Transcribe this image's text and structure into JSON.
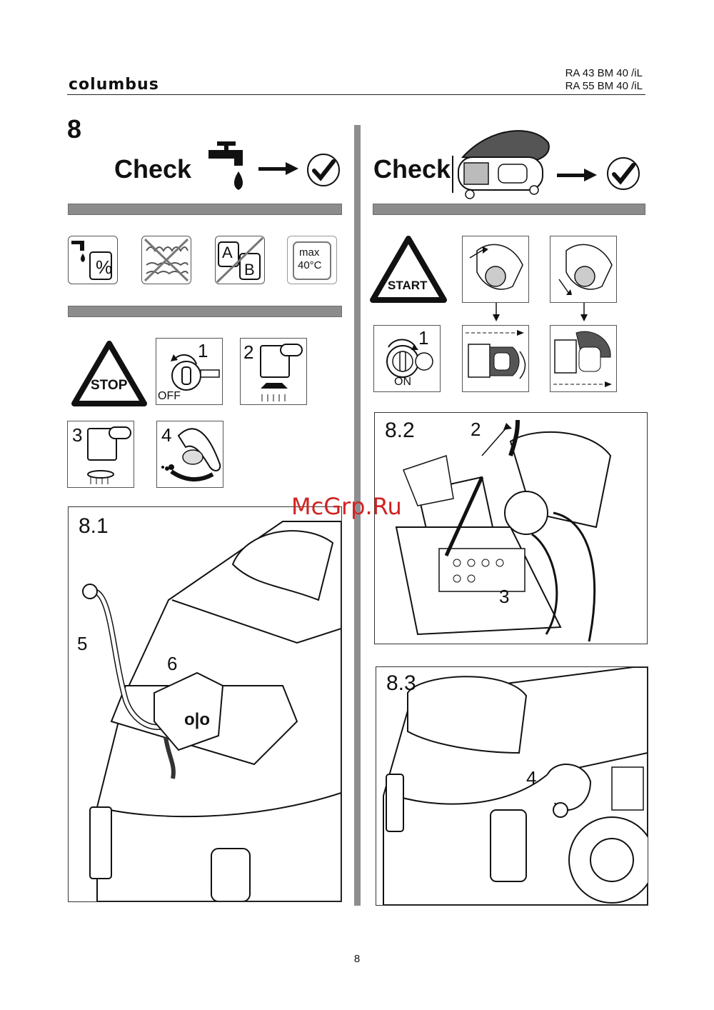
{
  "header": {
    "brand": "columbus",
    "model_line1": "RA 43 BM 40 /iL",
    "model_line2": "RA 55 BM 40 /iL"
  },
  "section_number": "8",
  "left_check_label": "Check",
  "right_check_label": "Check",
  "icons": {
    "percent": "%",
    "ab_a": "A",
    "ab_b": "B",
    "max": "max",
    "temp": "40°C",
    "stop": "STOP",
    "start": "START",
    "off": "OFF",
    "on": "ON"
  },
  "step_numbers": {
    "s1": "1",
    "s2": "2",
    "s3": "3",
    "s4": "4",
    "r1": "1"
  },
  "panels": {
    "p81": {
      "label": "8.1",
      "n5": "5",
      "n6": "6",
      "badge": "o|o"
    },
    "p82": {
      "label": "8.2",
      "n2": "2",
      "n3": "3"
    },
    "p83": {
      "label": "8.3",
      "n4": "4"
    }
  },
  "watermark": "McGrp.Ru",
  "page_number": "8"
}
